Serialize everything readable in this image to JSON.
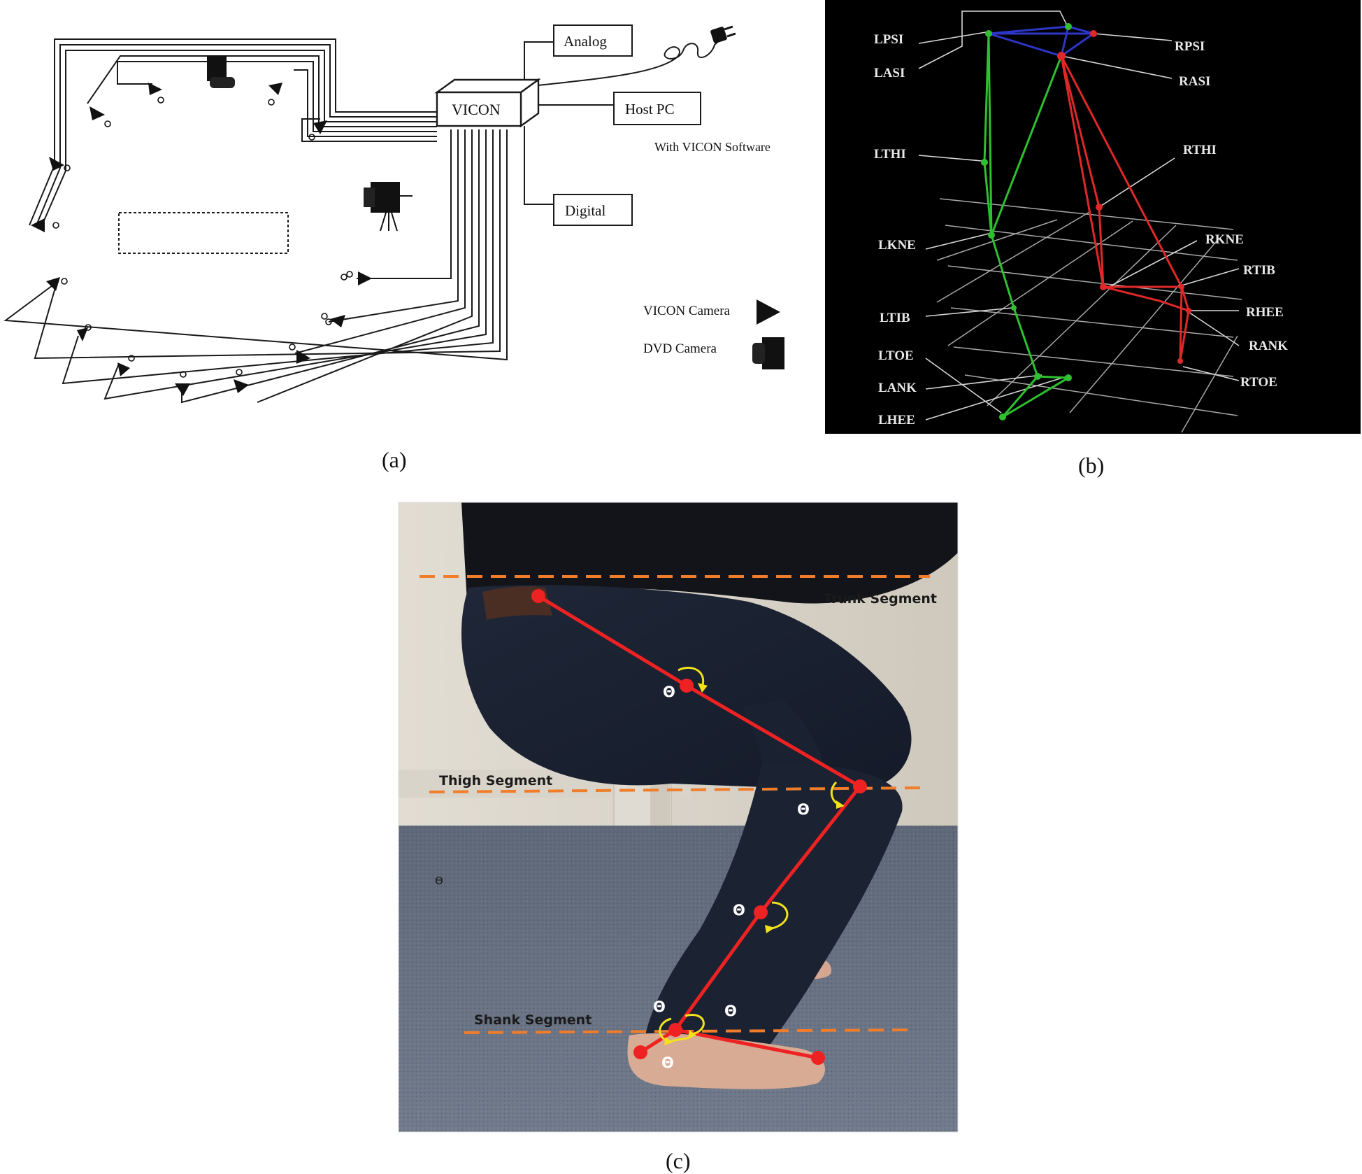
{
  "panel_a": {
    "vicon_label": "VICON",
    "analog_label": "Analog",
    "host_pc_label": "Host PC",
    "software_label": "With VICON Software",
    "digital_label": "Digital",
    "legend_vicon_camera": "VICON Camera",
    "legend_dvd_camera": "DVD Camera",
    "caption": "(a)"
  },
  "panel_b": {
    "caption": "(b)",
    "colors": {
      "left": "#2ec02e",
      "right": "#e02828",
      "pelvis": "#2e36c8",
      "grid": "#a8a8a8",
      "background": "#000000"
    },
    "markers": {
      "LPSI": "LPSI",
      "LASI": "LASI",
      "LTHI": "LTHI",
      "LKNE": "LKNE",
      "LTIB": "LTIB",
      "LTOE": "LTOE",
      "LANK": "LANK",
      "LHEE": "LHEE",
      "RPSI": "RPSI",
      "RASI": "RASI",
      "RTHI": "RTHI",
      "RKNE": "RKNE",
      "RTIB": "RTIB",
      "RHEE": "RHEE",
      "RANK": "RANK",
      "RTOE": "RTOE"
    }
  },
  "panel_c": {
    "caption": "(c)",
    "trunk_label": "Trunk Segment",
    "thigh_label": "Thigh Segment",
    "shank_label": "Shank Segment",
    "theta": "Θ",
    "theta_small": "ϴ",
    "colors": {
      "segment_line": "#f07d2b",
      "skeleton": "#ee2222",
      "arrow": "#f2e21c"
    }
  }
}
